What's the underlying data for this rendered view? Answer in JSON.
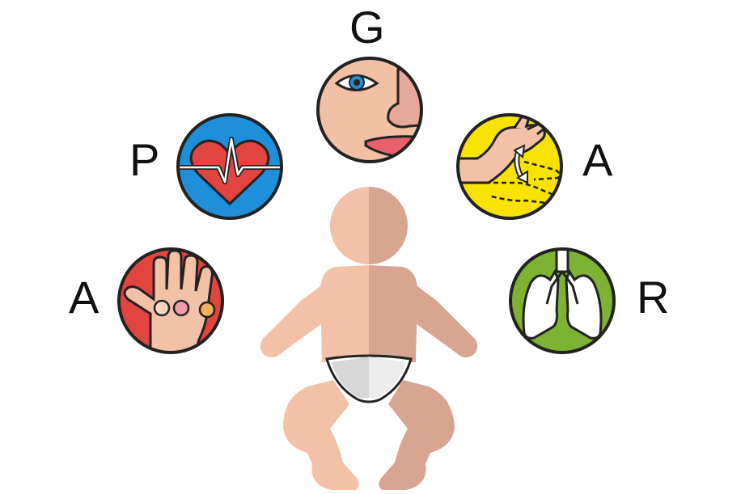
{
  "letters": {
    "g": "G",
    "p": "P",
    "a_top": "A",
    "a_bottom": "A",
    "r": "R"
  },
  "icons": {
    "appearance": "hand-with-skin-color-dots-icon",
    "pulse": "heart-with-heartbeat-line-icon",
    "grimace": "face-eye-nose-mouth-icon",
    "activity": "arm-flexing-motion-icon",
    "respiration": "lungs-icon",
    "baby": "newborn-baby-figure"
  },
  "colors": {
    "appearance_bg": "#E2453F",
    "pulse_bg": "#1E8FD8",
    "grimace_bg": "#F2C0A4",
    "activity_bg": "#F7E200",
    "respiration_bg": "#7DB233",
    "skin_light": "#F2C1A8",
    "skin_dark": "#D9A593",
    "diaper": "#E6E6E6",
    "outline": "#222222"
  }
}
